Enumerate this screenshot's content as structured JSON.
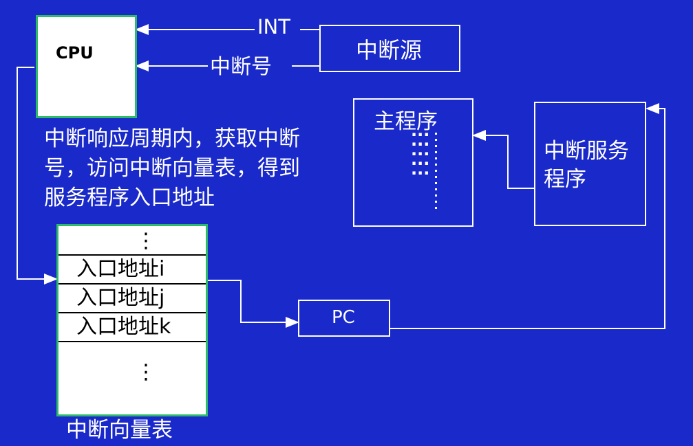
{
  "cpu": {
    "label": "CPU"
  },
  "signals": {
    "int_label": "INT",
    "vector_label": "中断号"
  },
  "interrupt_source": {
    "label": "中断源"
  },
  "description": {
    "text": "中断响应周期内，获取中断\n号，访问中断向量表，得到\n服务程序入口地址"
  },
  "vector_table": {
    "rows": [
      "入口地址i",
      "入口地址j",
      "入口地址k"
    ],
    "ellipsis": "⋮",
    "caption": "中断向量表"
  },
  "pc": {
    "label": "PC"
  },
  "main_program": {
    "label": "主程序"
  },
  "service_routine": {
    "label": "中断服务\n程序"
  }
}
